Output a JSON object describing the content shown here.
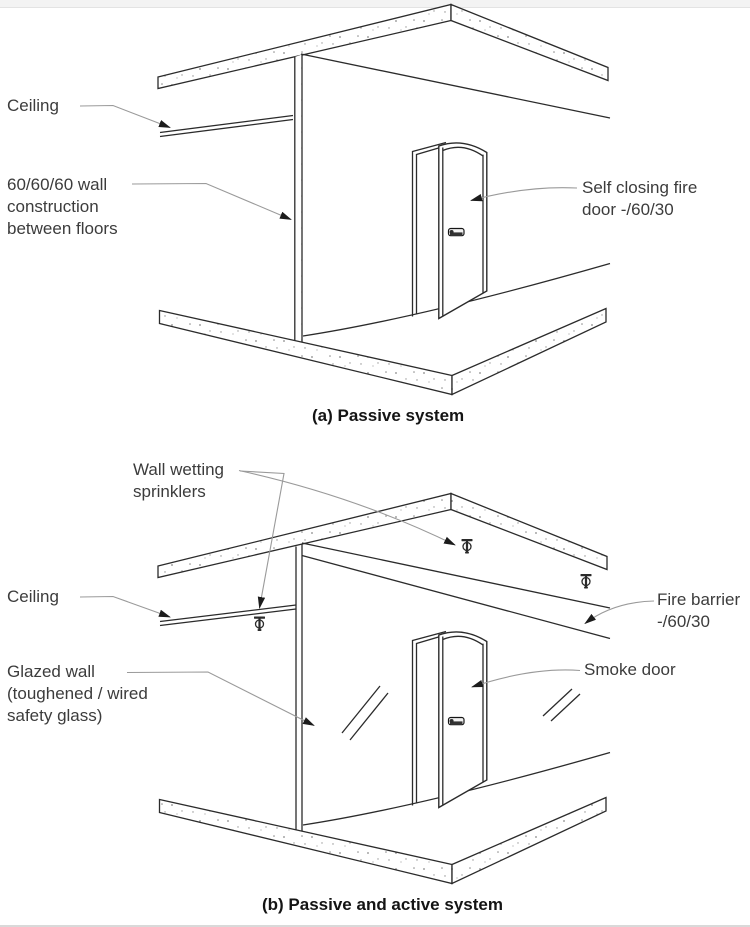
{
  "page": {
    "background": "#ffffff",
    "top_strip_color": "#f3f3f3",
    "bottom_strip_color": "#d9d9d9"
  },
  "colors": {
    "line": "#2b2b2b",
    "leader_line": "#9a9a9a",
    "arrowhead": "#1c1c1c",
    "label_text": "#3c3c3c",
    "caption_text": "#141414",
    "speckle": "#8a8a8a"
  },
  "icons": {
    "sprinkler": "sprinkler-head-icon",
    "arrow": "leader-arrowhead-icon",
    "glass_hatch": "glass-reflection-hatch"
  },
  "diagram_a": {
    "caption": "(a) Passive system",
    "labels": {
      "ceiling": "Ceiling",
      "wall_construction": "60/60/60 wall\nconstruction\nbetween floors",
      "fire_door": "Self closing fire\ndoor -/60/30"
    }
  },
  "diagram_b": {
    "caption": "(b) Passive and active system",
    "labels": {
      "sprinklers": "Wall wetting\nsprinklers",
      "ceiling": "Ceiling",
      "glazed_wall": "Glazed wall\n(toughened / wired\nsafety glass)",
      "fire_barrier": "Fire barrier\n-/60/30",
      "smoke_door": "Smoke door"
    }
  }
}
